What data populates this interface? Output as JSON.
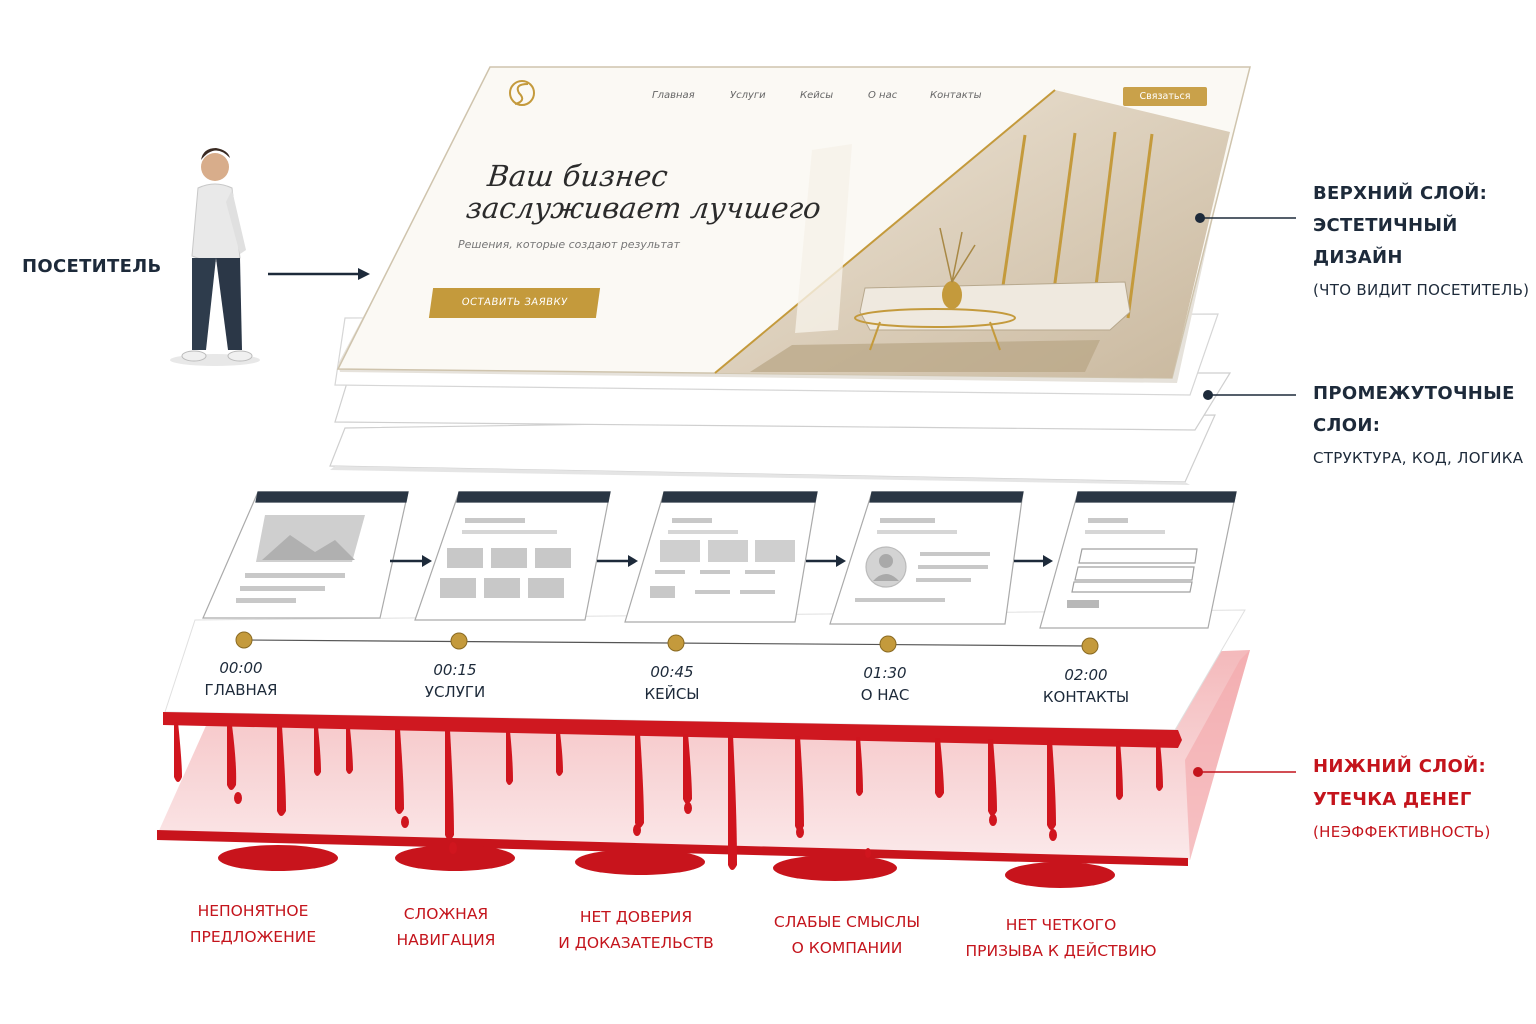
{
  "visitor_label": "ПОСЕТИТЕЛЬ",
  "website": {
    "nav": [
      "Главная",
      "Услуги",
      "Кейсы",
      "О нас",
      "Контакты"
    ],
    "contact_button": "Связаться",
    "hero_title_line1": "Ваш бизнес",
    "hero_title_line2": "заслуживает лучшего",
    "hero_subtitle": "Решения, которые создают результат",
    "cta_button": "ОСТАВИТЬ ЗАЯВКУ"
  },
  "layers": {
    "top": {
      "title1": "ВЕРХНИЙ СЛОЙ:",
      "title2": "ЭСТЕТИЧНЫЙ ДИЗАЙН",
      "desc": "(ЧТО ВИДИТ ПОСЕТИТЕЛЬ)"
    },
    "middle": {
      "title": "ПРОМЕЖУТОЧНЫЕ СЛОИ:",
      "desc": "СТРУКТУРА, КОД, ЛОГИКА"
    },
    "bottom": {
      "title1": "НИЖНИЙ СЛОЙ:",
      "title2": "УТЕЧКА ДЕНЕГ",
      "desc": "(НЕЭФФЕКТИВНОСТЬ)"
    }
  },
  "journey": [
    {
      "time": "00:00",
      "page": "ГЛАВНАЯ"
    },
    {
      "time": "00:15",
      "page": "УСЛУГИ"
    },
    {
      "time": "00:45",
      "page": "КЕЙСЫ"
    },
    {
      "time": "01:30",
      "page": "О НАС"
    },
    {
      "time": "02:00",
      "page": "КОНТАКТЫ"
    }
  ],
  "leaks": [
    {
      "line1": "НЕПОНЯТНОЕ",
      "line2": "ПРЕДЛОЖЕНИЕ"
    },
    {
      "line1": "СЛОЖНАЯ",
      "line2": "НАВИГАЦИЯ"
    },
    {
      "line1": "НЕТ ДОВЕРИЯ",
      "line2": "И ДОКАЗАТЕЛЬСТВ"
    },
    {
      "line1": "СЛАБЫЕ СМЫСЛЫ",
      "line2": "О КОМПАНИИ"
    },
    {
      "line1": "НЕТ ЧЕТКОГО",
      "line2": "ПРИЗЫВА К ДЕЙСТВИЮ"
    }
  ],
  "colors": {
    "gold": "#c49a3c",
    "navy": "#1d2a3a",
    "blood": "#c4141c"
  }
}
